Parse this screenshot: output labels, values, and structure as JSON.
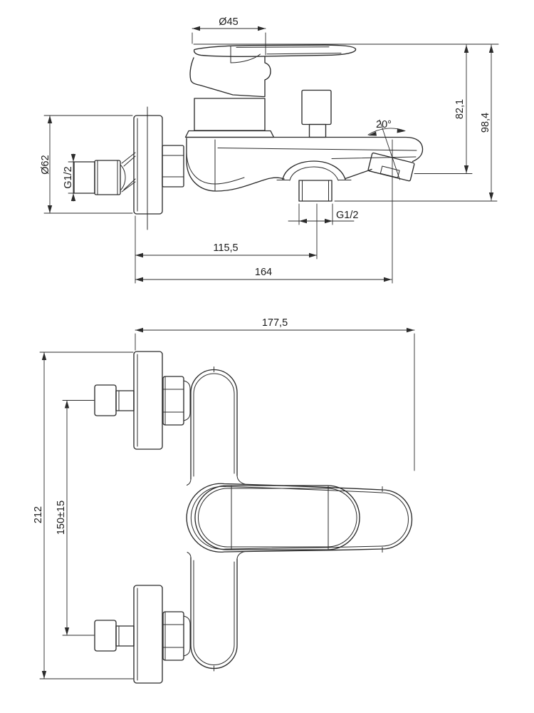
{
  "drawing": {
    "background_color": "#ffffff",
    "line_color": "#2b2b2b",
    "dimensions": {
      "handle_diameter": "Ø45",
      "spout_height": "82,1",
      "total_height": "98,4",
      "flange_diameter": "Ø62",
      "inlet_thread": "G1/2",
      "spout_angle": "20°",
      "shower_outlet_thread": "G1/2",
      "wall_to_shower_outlet": "115,5",
      "wall_to_spout_tip": "164",
      "total_width": "177,5",
      "overall_height": "212",
      "inlet_centre_distance": "150±15"
    }
  }
}
